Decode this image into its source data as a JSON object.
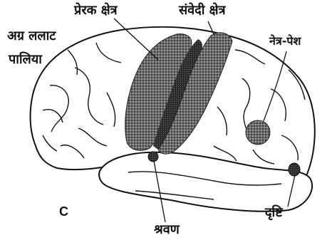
{
  "labels": {
    "motor_area": "प्रेरक क्षेत्र",
    "sensory_area": "संवेदी क्षेत्र",
    "prefrontal_line1": "अग्र ललाट",
    "prefrontal_line2": "पालिया",
    "eye_field": "नेत्र-पेश",
    "auditory": "श्रवण",
    "visual": "दृष्टि",
    "panel_letter": "C"
  },
  "colors": {
    "ink": "#111111",
    "stipple_dark": "#2a2a2a",
    "stipple_light": "#8a8a8a",
    "background": "#ffffff"
  }
}
